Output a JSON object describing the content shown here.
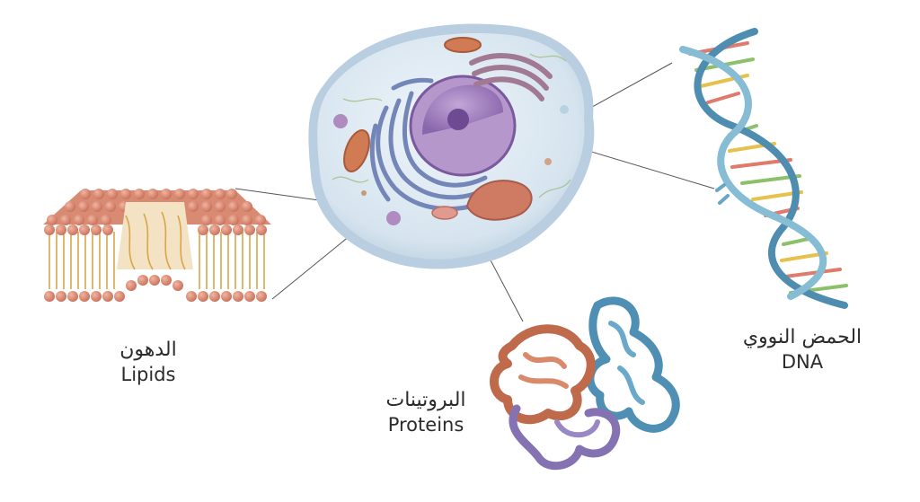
{
  "labels": {
    "lipids": {
      "arabic": "الدهون",
      "english": "Lipids"
    },
    "proteins": {
      "arabic": "البروتينات",
      "english": "Proteins"
    },
    "dna": {
      "arabic": "الحمض النووي",
      "english": "DNA"
    }
  },
  "colors": {
    "lipid_head": "#d9826b",
    "lipid_tail": "#e3b04b",
    "cytoplasm": "#dbe7f1",
    "nucleus": "#9f7dbd",
    "er": "#7d8fbf",
    "golgi": "#b58aa8",
    "mitochondria": "#d27a52",
    "dna_backbone": "#6fa8c4",
    "protein_orange": "#c06a4c",
    "protein_blue": "#4e8fb3",
    "protein_purple": "#8572b3",
    "leader_line": "#555555"
  }
}
